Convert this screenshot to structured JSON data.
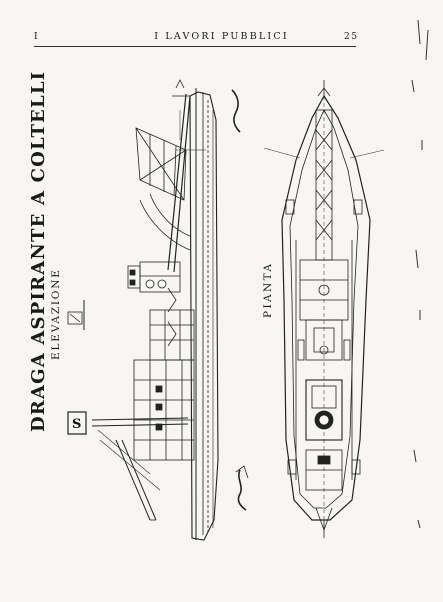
{
  "header": {
    "left": "I",
    "center": "I LAVORI PUBBLICI",
    "right": "25"
  },
  "titles": {
    "main": "DRAGA ASPIRANTE A COLTELLI",
    "elevation": "ELEVAZIONE",
    "plan": "PIANTA"
  },
  "drawing_labels": {
    "funnel_letter": "S"
  }
}
